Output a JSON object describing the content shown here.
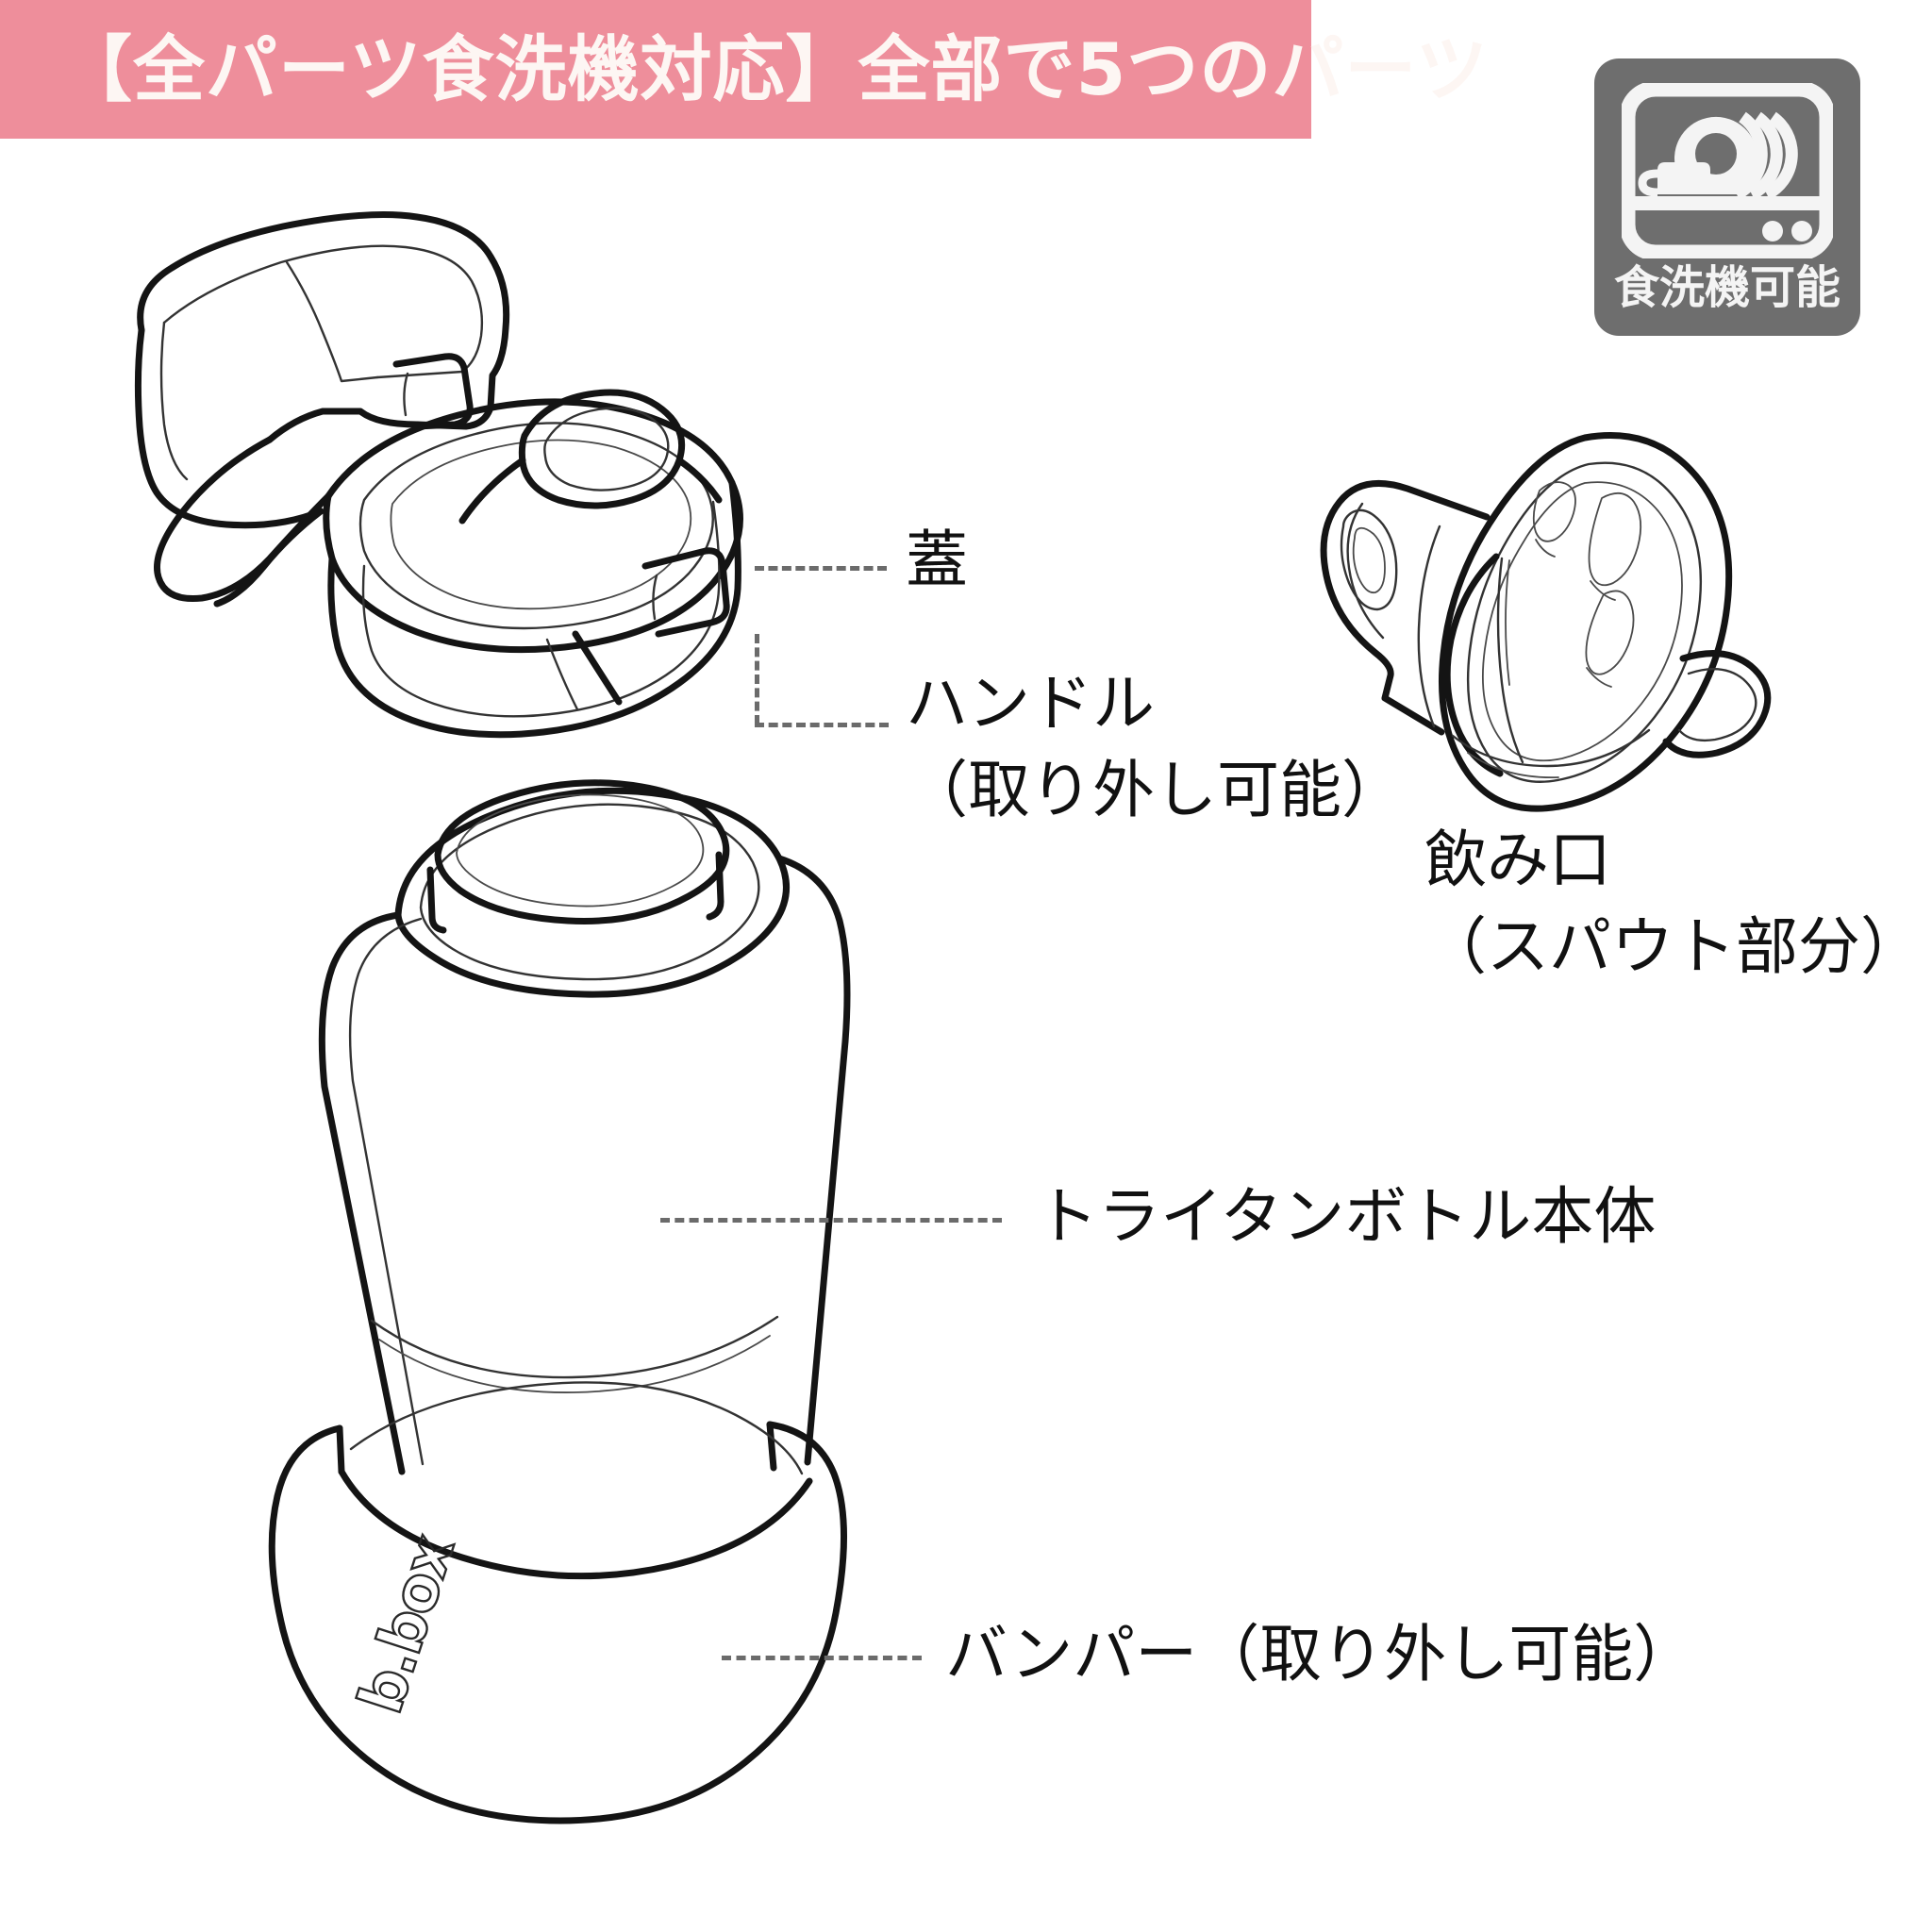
{
  "header": {
    "title": "【全パーツ食洗機対応】全部で5つのパーツ",
    "background_color": "#EE8E9B",
    "text_color": "#FDF6F3"
  },
  "badge": {
    "icon_name": "dishwasher-icon",
    "caption": "食洗機可能",
    "background_color": "#6E6E6E",
    "text_color": "#F4F4F4"
  },
  "parts": {
    "count": 5,
    "lid": {
      "label": "蓋",
      "artwork_name": "lid-and-handle-drawing"
    },
    "handle": {
      "label_line1": "ハンドル",
      "label_line2": "（取り外し可能）"
    },
    "spout": {
      "label_line1": "飲み口",
      "label_line2": "（スパウト部分）",
      "artwork_name": "spout-drawing"
    },
    "bottle": {
      "label": "トライタンボトル本体",
      "artwork_name": "bottle-body-drawing"
    },
    "bumper": {
      "label": "バンパー（取り外し可能）",
      "logo_text": "b.box"
    }
  },
  "colors": {
    "ink": "#141414",
    "leader": "#6B6B6B",
    "page_background": "#FFFFFF"
  }
}
